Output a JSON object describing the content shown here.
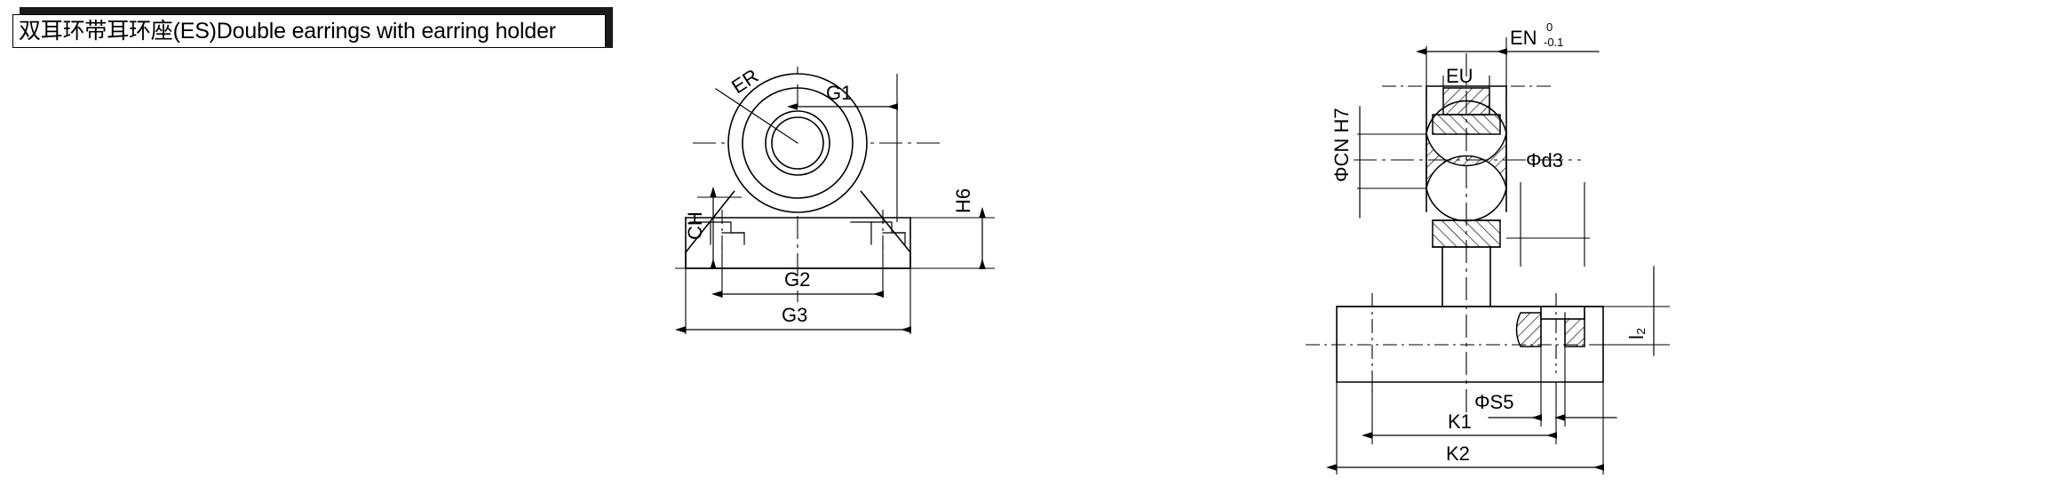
{
  "title": {
    "chinese": "双耳环带耳环座(ES)",
    "english": "Double earrings with earring holder",
    "full": "双耳环带耳环座(ES)Double earrings with earring holder"
  },
  "views": {
    "left": {
      "name": "front-view",
      "labels": {
        "er": "ER",
        "g1": "G1",
        "g2": "G2",
        "g3": "G3",
        "ch": "CH",
        "h6": "H6"
      }
    },
    "right": {
      "name": "section-view",
      "labels": {
        "en": "EN",
        "en_tol_upper": "0",
        "en_tol_lower": "-0.1",
        "eu": "EU",
        "cn": "ΦCN H7",
        "d3": "Φd3",
        "s5": "ΦS5",
        "k1": "K1",
        "k2": "K2",
        "l2": "l₂"
      }
    }
  },
  "colors": {
    "line": "#000000",
    "background": "#ffffff",
    "banner_shadow": "#1a1a1a"
  }
}
